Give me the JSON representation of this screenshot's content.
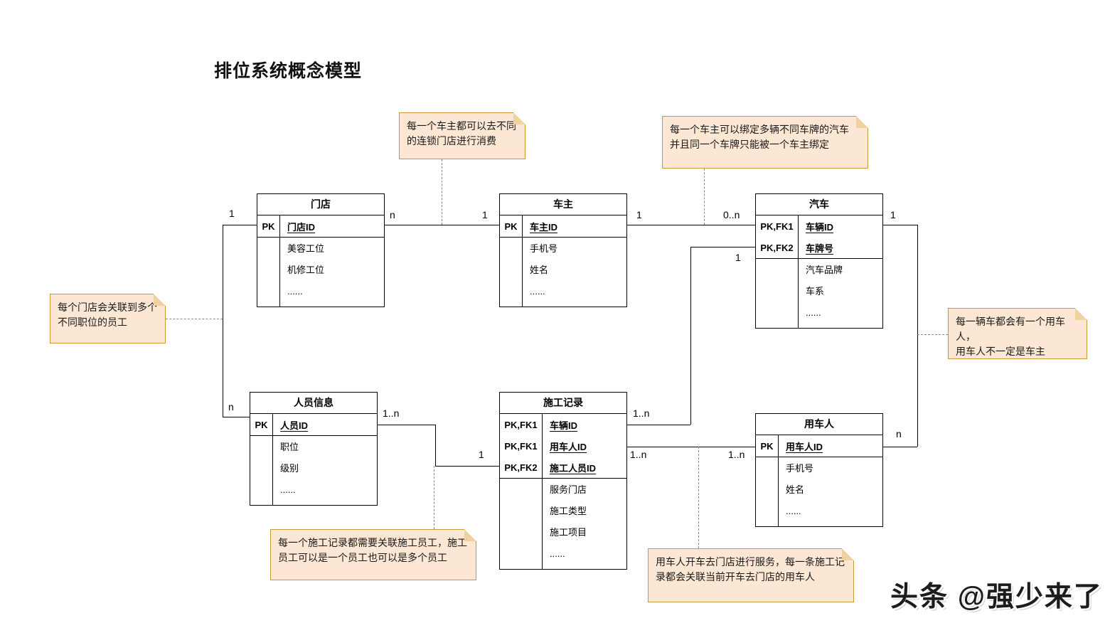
{
  "page": {
    "title": "排位系统概念模型",
    "watermark": "头条 @强少来了"
  },
  "colors": {
    "note_fill": "#FBE7D3",
    "note_border": "#C79A3B",
    "note_fold": "#F0D2A0",
    "solid_line": "#000000",
    "dashed_line": "#8a8a8a"
  },
  "entities": [
    {
      "name": "门店",
      "keys": [
        {
          "tag": "PK",
          "field": "门店ID"
        }
      ],
      "attrs": [
        "美容工位",
        "机修工位",
        "......"
      ]
    },
    {
      "name": "车主",
      "keys": [
        {
          "tag": "PK",
          "field": "车主ID"
        }
      ],
      "attrs": [
        "手机号",
        "姓名",
        "......"
      ]
    },
    {
      "name": "汽车",
      "keys": [
        {
          "tag": "PK,FK1",
          "field": "车辆ID"
        },
        {
          "tag": "PK,FK2",
          "field": "车牌号"
        }
      ],
      "attrs": [
        "汽车品牌",
        "车系",
        "......"
      ]
    },
    {
      "name": "人员信息",
      "keys": [
        {
          "tag": "PK",
          "field": "人员ID"
        }
      ],
      "attrs": [
        "职位",
        "级别",
        "......"
      ]
    },
    {
      "name": "施工记录",
      "keys": [
        {
          "tag": "PK,FK1",
          "field": "车辆ID"
        },
        {
          "tag": "PK,FK1",
          "field": "用车人ID"
        },
        {
          "tag": "PK,FK2",
          "field": "施工人员ID"
        }
      ],
      "attrs": [
        "服务门店",
        "施工类型",
        "施工项目",
        "......"
      ]
    },
    {
      "name": "用车人",
      "keys": [
        {
          "tag": "PK",
          "field": "用车人ID"
        }
      ],
      "attrs": [
        "手机号",
        "姓名",
        "......"
      ]
    }
  ],
  "notes": [
    {
      "lines": [
        "每一个车主都可以去不同",
        "的连锁门店进行消费"
      ]
    },
    {
      "lines": [
        "每一个车主可以绑定多辆不同车牌的汽车",
        "并且同一个车牌只能被一个车主绑定"
      ]
    },
    {
      "lines": [
        "每个门店会关联到多个",
        "不同职位的员工"
      ]
    },
    {
      "lines": [
        "每一辆车都会有一个用车人，",
        "用车人不一定是车主"
      ]
    },
    {
      "lines": [
        "每一个施工记录都需要关联施工员工，施工",
        "员工可以是一个员工也可以是多个员工"
      ]
    },
    {
      "lines": [
        "用车人开车去门店进行服务，每一条施工记",
        "录都会关联当前开车去门店的用车人"
      ]
    }
  ],
  "labels": [
    "1",
    "n",
    "1",
    "1",
    "0..n",
    "1",
    "1",
    "n",
    "1..n",
    "1",
    "1..n",
    "1..n",
    "1..n",
    "n"
  ]
}
